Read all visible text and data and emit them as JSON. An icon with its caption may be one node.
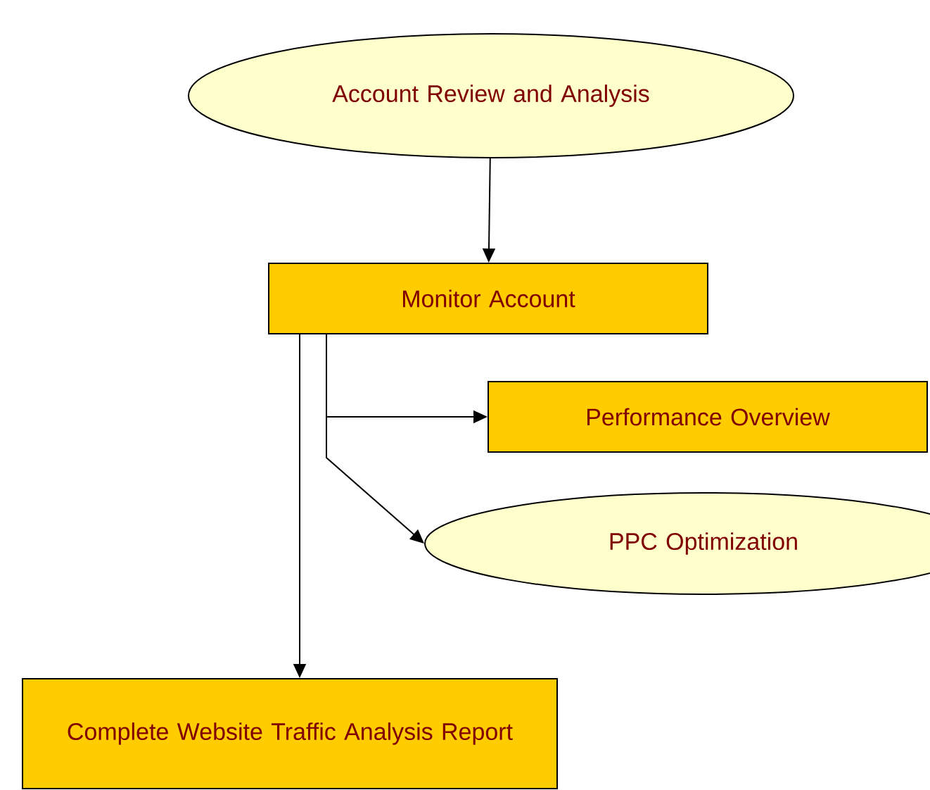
{
  "diagram": {
    "nodes": [
      {
        "text": [
          "Account Review and Analysis"
        ]
      },
      {
        "text": [
          "Monitor Account"
        ]
      },
      {
        "text": [
          "Performance Overview"
        ]
      },
      {
        "text": [
          "PPC Optimization"
        ]
      },
      {
        "text": [
          "Complete Website Traffic Analysis Report"
        ]
      }
    ],
    "edges": [
      {
        "from": 0,
        "to": 1,
        "arrow": "to"
      },
      {
        "from": 1,
        "to": 2,
        "arrow": "to"
      },
      {
        "from": 1,
        "to": 3,
        "arrow": "to"
      },
      {
        "from": 1,
        "to": 4,
        "arrow": "to"
      }
    ]
  }
}
